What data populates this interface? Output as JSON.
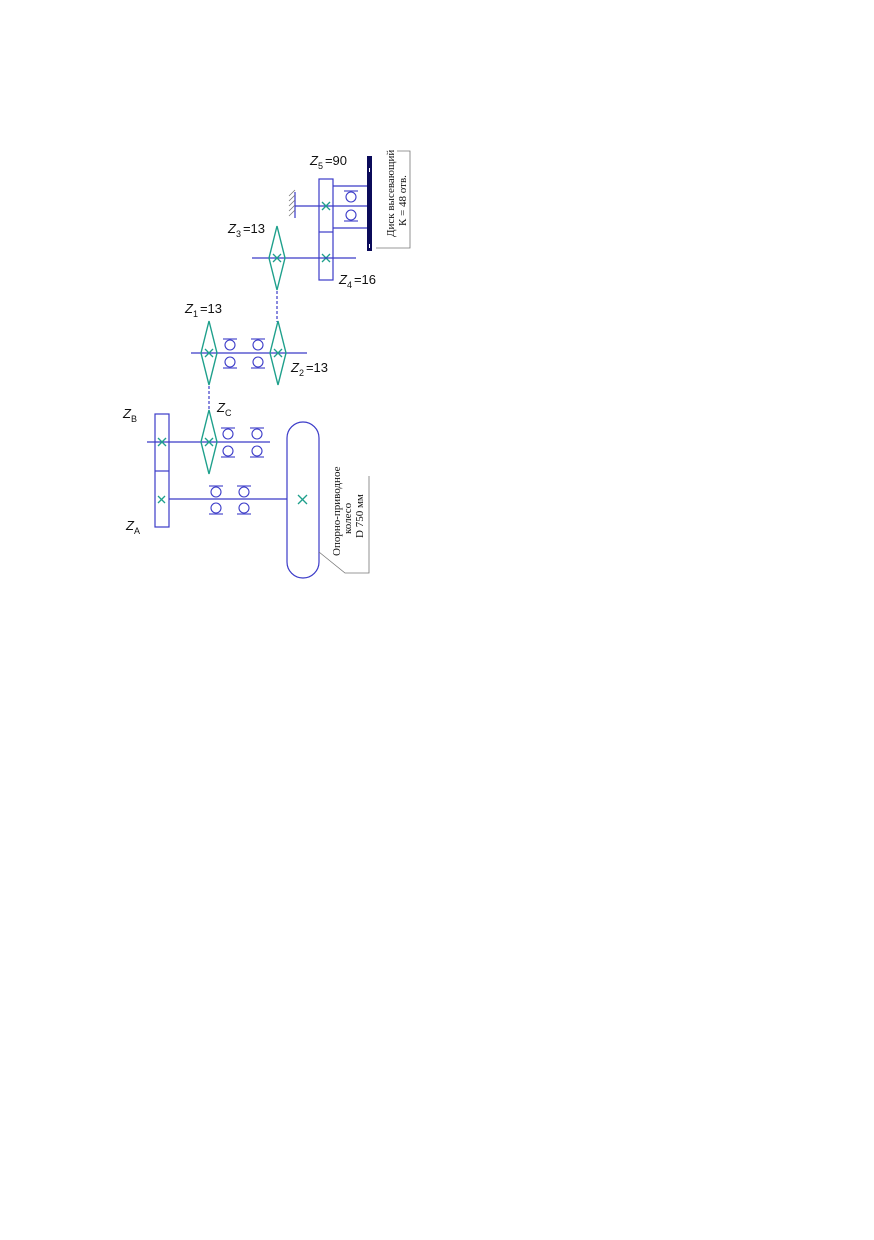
{
  "labels": {
    "z5": {
      "sym": "Z",
      "sub": "5",
      "val": "=90"
    },
    "z3": {
      "sym": "Z",
      "sub": "3",
      "val": "=13"
    },
    "z4": {
      "sym": "Z",
      "sub": "4",
      "val": "=16"
    },
    "z1": {
      "sym": "Z",
      "sub": "1",
      "val": "=13"
    },
    "z2": {
      "sym": "Z",
      "sub": "2",
      "val": "=13"
    },
    "zb": {
      "sym": "Z",
      "sub": "B",
      "val": ""
    },
    "zc": {
      "sym": "Z",
      "sub": "C",
      "val": ""
    },
    "za": {
      "sym": "Z",
      "sub": "A",
      "val": ""
    }
  },
  "notes": {
    "disk_line1": "Диск высевающий",
    "disk_line2": "К = 48 отв.",
    "wheel_line1": "Опорно-приводное",
    "wheel_line2": "колесо",
    "wheel_line3": "D 750 мм"
  },
  "colors": {
    "gear": "#3b3bc8",
    "sprocket": "#1fa08c",
    "disk": "#0b0b5a"
  }
}
